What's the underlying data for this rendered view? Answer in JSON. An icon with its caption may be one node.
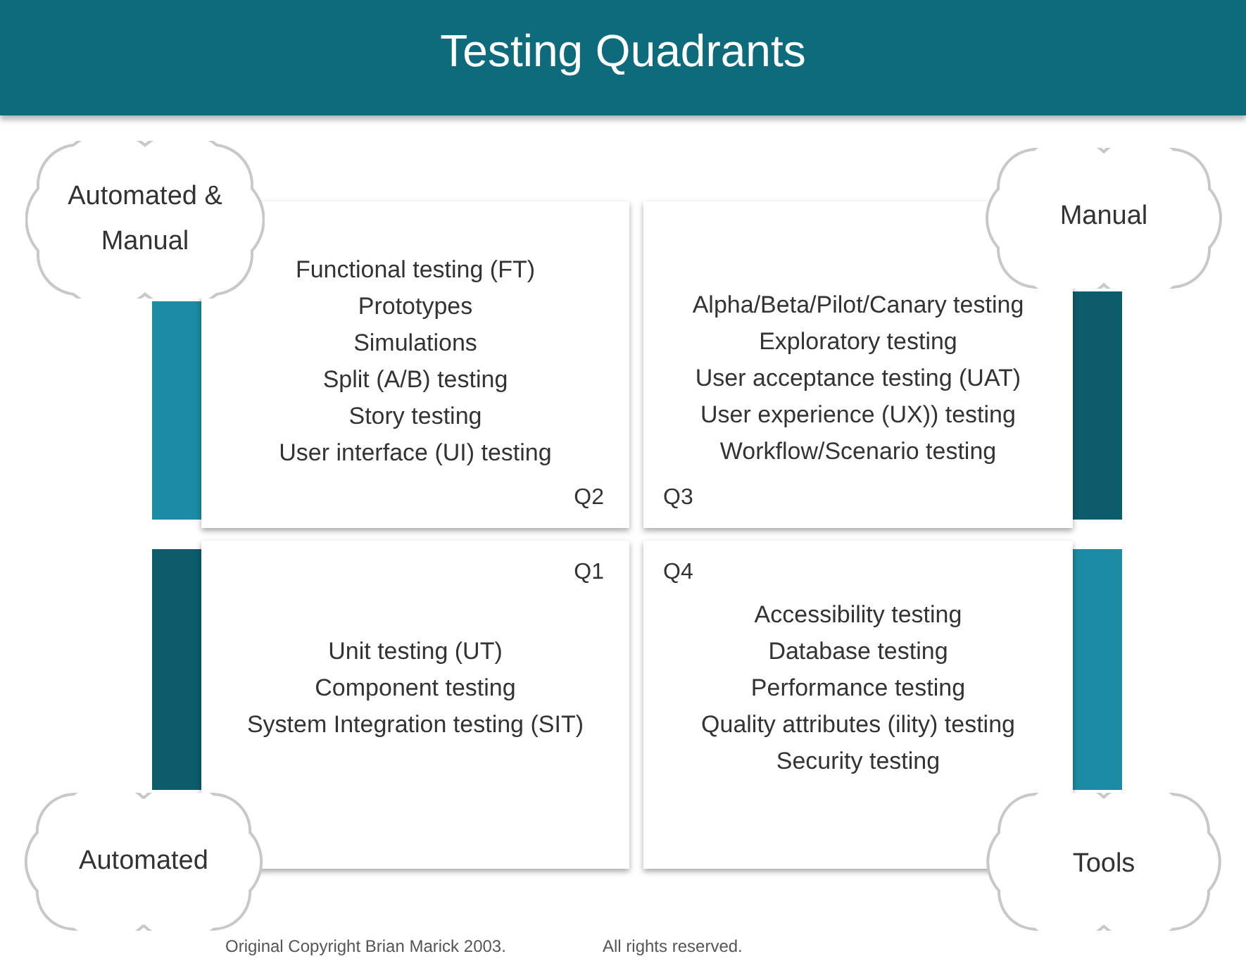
{
  "diagram": {
    "title": "Testing Quadrants",
    "nodes": [
      {
        "text": [
          "Automated & Manual"
        ]
      },
      {
        "text": [
          "Functional testing (FT)",
          "Prototypes",
          "Simulations",
          "Split (A/B) testing",
          "Story testing",
          "User interface (UI) testing",
          "Q2"
        ]
      },
      {
        "text": [
          "Alpha/Beta/Pilot/Canary testing",
          "Exploratory testing",
          "User acceptance testing (UAT)",
          "User experience (UX)) testing",
          "Workflow/Scenario testing",
          "Q3"
        ]
      },
      {
        "text": [
          "Manual"
        ]
      },
      {
        "text": [
          "Unit testing (UT)",
          "Component testing",
          "System Integration testing (SIT)",
          "Q1"
        ]
      },
      {
        "text": [
          "Accessibility testing",
          "Database testing",
          "Performance testing",
          "Quality attributes (ility) testing",
          "Security testing",
          "Q4"
        ]
      },
      {
        "text": [
          "Automated"
        ]
      },
      {
        "text": [
          "Tools"
        ]
      }
    ],
    "edges": [],
    "labels": [
      "Original Copyright Brian Marick 2003.",
      "All rights reserved."
    ]
  }
}
